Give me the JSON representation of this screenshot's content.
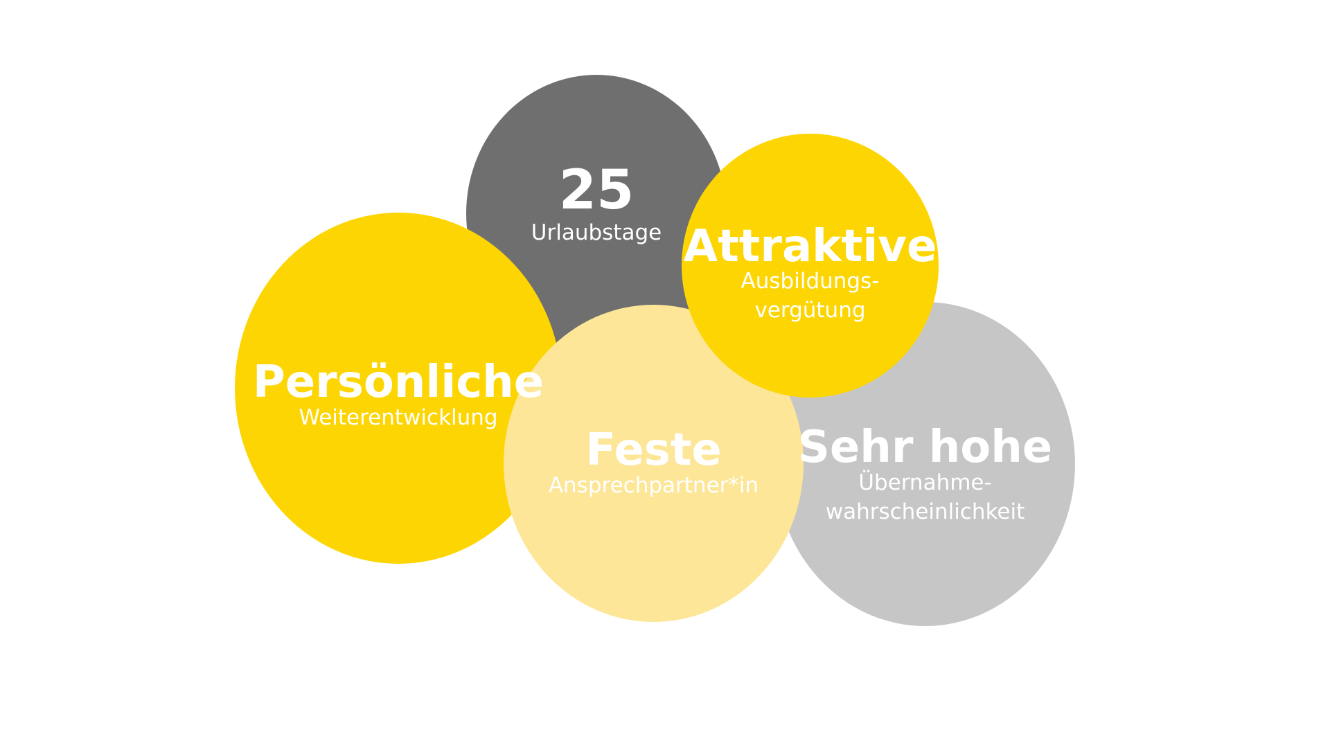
{
  "colors": {
    "dark_gray": "#6f6f6f",
    "yellow": "#fdd502",
    "light_yellow": "#fde697",
    "light_gray": "#c6c6c6",
    "text": "#ffffff"
  },
  "bubbles": {
    "urlaub": {
      "title": "25",
      "subtitle": "Urlaubstage"
    },
    "persoenlich": {
      "title": "Persönliche",
      "subtitle": "Weiterentwicklung"
    },
    "feste": {
      "title": "Feste",
      "subtitle": "Ansprechpartner*in"
    },
    "attraktiv": {
      "title": "Attraktive",
      "subtitle_line1": "Ausbildungs-",
      "subtitle_line2": "vergütung"
    },
    "uebernahme": {
      "title": "Sehr hohe",
      "subtitle_line1": "Übernahme-",
      "subtitle_line2": "wahrscheinlichkeit"
    }
  }
}
